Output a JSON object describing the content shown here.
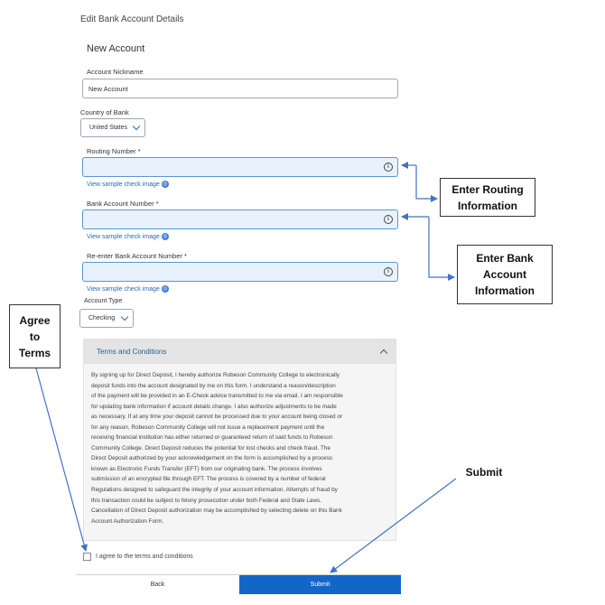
{
  "page": {
    "title": "Edit Bank Account Details",
    "section_title": "New Account"
  },
  "form": {
    "nickname_label": "Account Nickname",
    "nickname_value": "New Account",
    "country_label": "Country of Bank",
    "country_value": "United States",
    "routing_label": "Routing Number *",
    "routing_value": "",
    "account_label": "Bank Account Number *",
    "account_value": "",
    "reenter_label": "Re-enter Bank Account Number *",
    "reenter_value": "",
    "sample_link": "View sample check image",
    "account_type_label": "Account Type",
    "account_type_value": "Checking"
  },
  "terms": {
    "title": "Terms and Conditions",
    "lines": [
      "By signing up for Direct Deposit, I hereby authorize Robeson Community College to electronically",
      "deposit funds into the account designated by me on this form. I understand a reason/description",
      "of the payment will be provided in an E-Check advice transmitted to me via email. I am responsible",
      "for updating bank information if account details change. I also authorize adjustments to be made",
      "as necessary. If at any time your deposit cannot be processed due to your account being closed or",
      "for any reason, Robeson Community College will not issue a replacement payment until the",
      "receiving financial institution has either returned or guaranteed return of said funds to Robeson",
      "Community College. Direct Deposit reduces the potential for lost checks and check fraud. The",
      "Direct Deposit authorized by your acknowledgement on the form is accomplished by a process",
      "known as Electronic Funds Transfer (EFT) from our originating bank. The process involves",
      "submission of an encrypted file through EFT. The process is covered by a number of federal",
      "Regulations designed to safeguard the integrity of your account information. Attempts of fraud by",
      "this transaction could be subject to felony prosecution under both Federal and State Laws.",
      "Cancellation of Direct Deposit authorization may be accomplished by selecting delete on this Bank",
      "Account Authorization Form."
    ],
    "agree_label": "I agree to the terms and conditions",
    "agree_checked": false
  },
  "footer": {
    "back_label": "Back",
    "submit_label": "Submit"
  },
  "annotations": {
    "routing_1": "Enter Routing",
    "routing_2": "Information",
    "bank_1": "Enter Bank",
    "bank_2": "Account",
    "bank_3": "Information",
    "agree_1": "Agree",
    "agree_2": "to",
    "agree_3": "Terms",
    "submit": "Submit"
  },
  "colors": {
    "submit_bg": "#1266c8",
    "field_highlight": "#e8f2fc",
    "link": "#2b6cb0"
  }
}
